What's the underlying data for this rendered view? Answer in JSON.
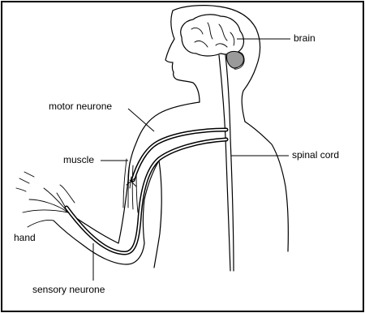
{
  "labels": {
    "brain": "brain",
    "motor_neurone": "motor neurone",
    "muscle": "muscle",
    "spinal_cord": "spinal cord",
    "hand": "hand",
    "sensory_neurone": "sensory neurone"
  }
}
